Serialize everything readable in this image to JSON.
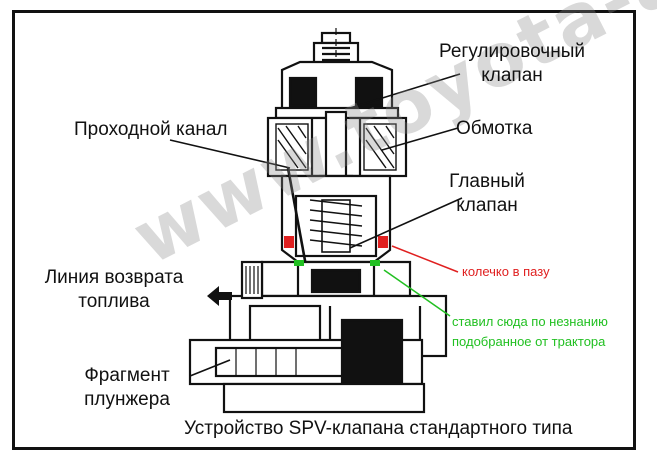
{
  "watermark": "www.toyota-ace.ru",
  "labels": {
    "adjusting_valve_line1": "Регулировочный",
    "adjusting_valve_line2": "клапан",
    "passage": "Проходной канал",
    "coil": "Обмотка",
    "main_valve_line1": "Главный",
    "main_valve_line2": "клапан",
    "return_line1": "Линия возврата",
    "return_line2": "топлива",
    "plunger_line1": "Фрагмент",
    "plunger_line2": "плунжера"
  },
  "notes": {
    "ring_in_groove": "колечко в пазу",
    "tractor_line1": "ставил сюда по незнанию",
    "tractor_line2": "подобранное от трактора"
  },
  "caption": "Устройство SPV-клапана стандартного типа",
  "colors": {
    "ink": "#111111",
    "red_note": "#e02020",
    "green_note": "#22c022",
    "watermark": "#8a8a8a"
  }
}
